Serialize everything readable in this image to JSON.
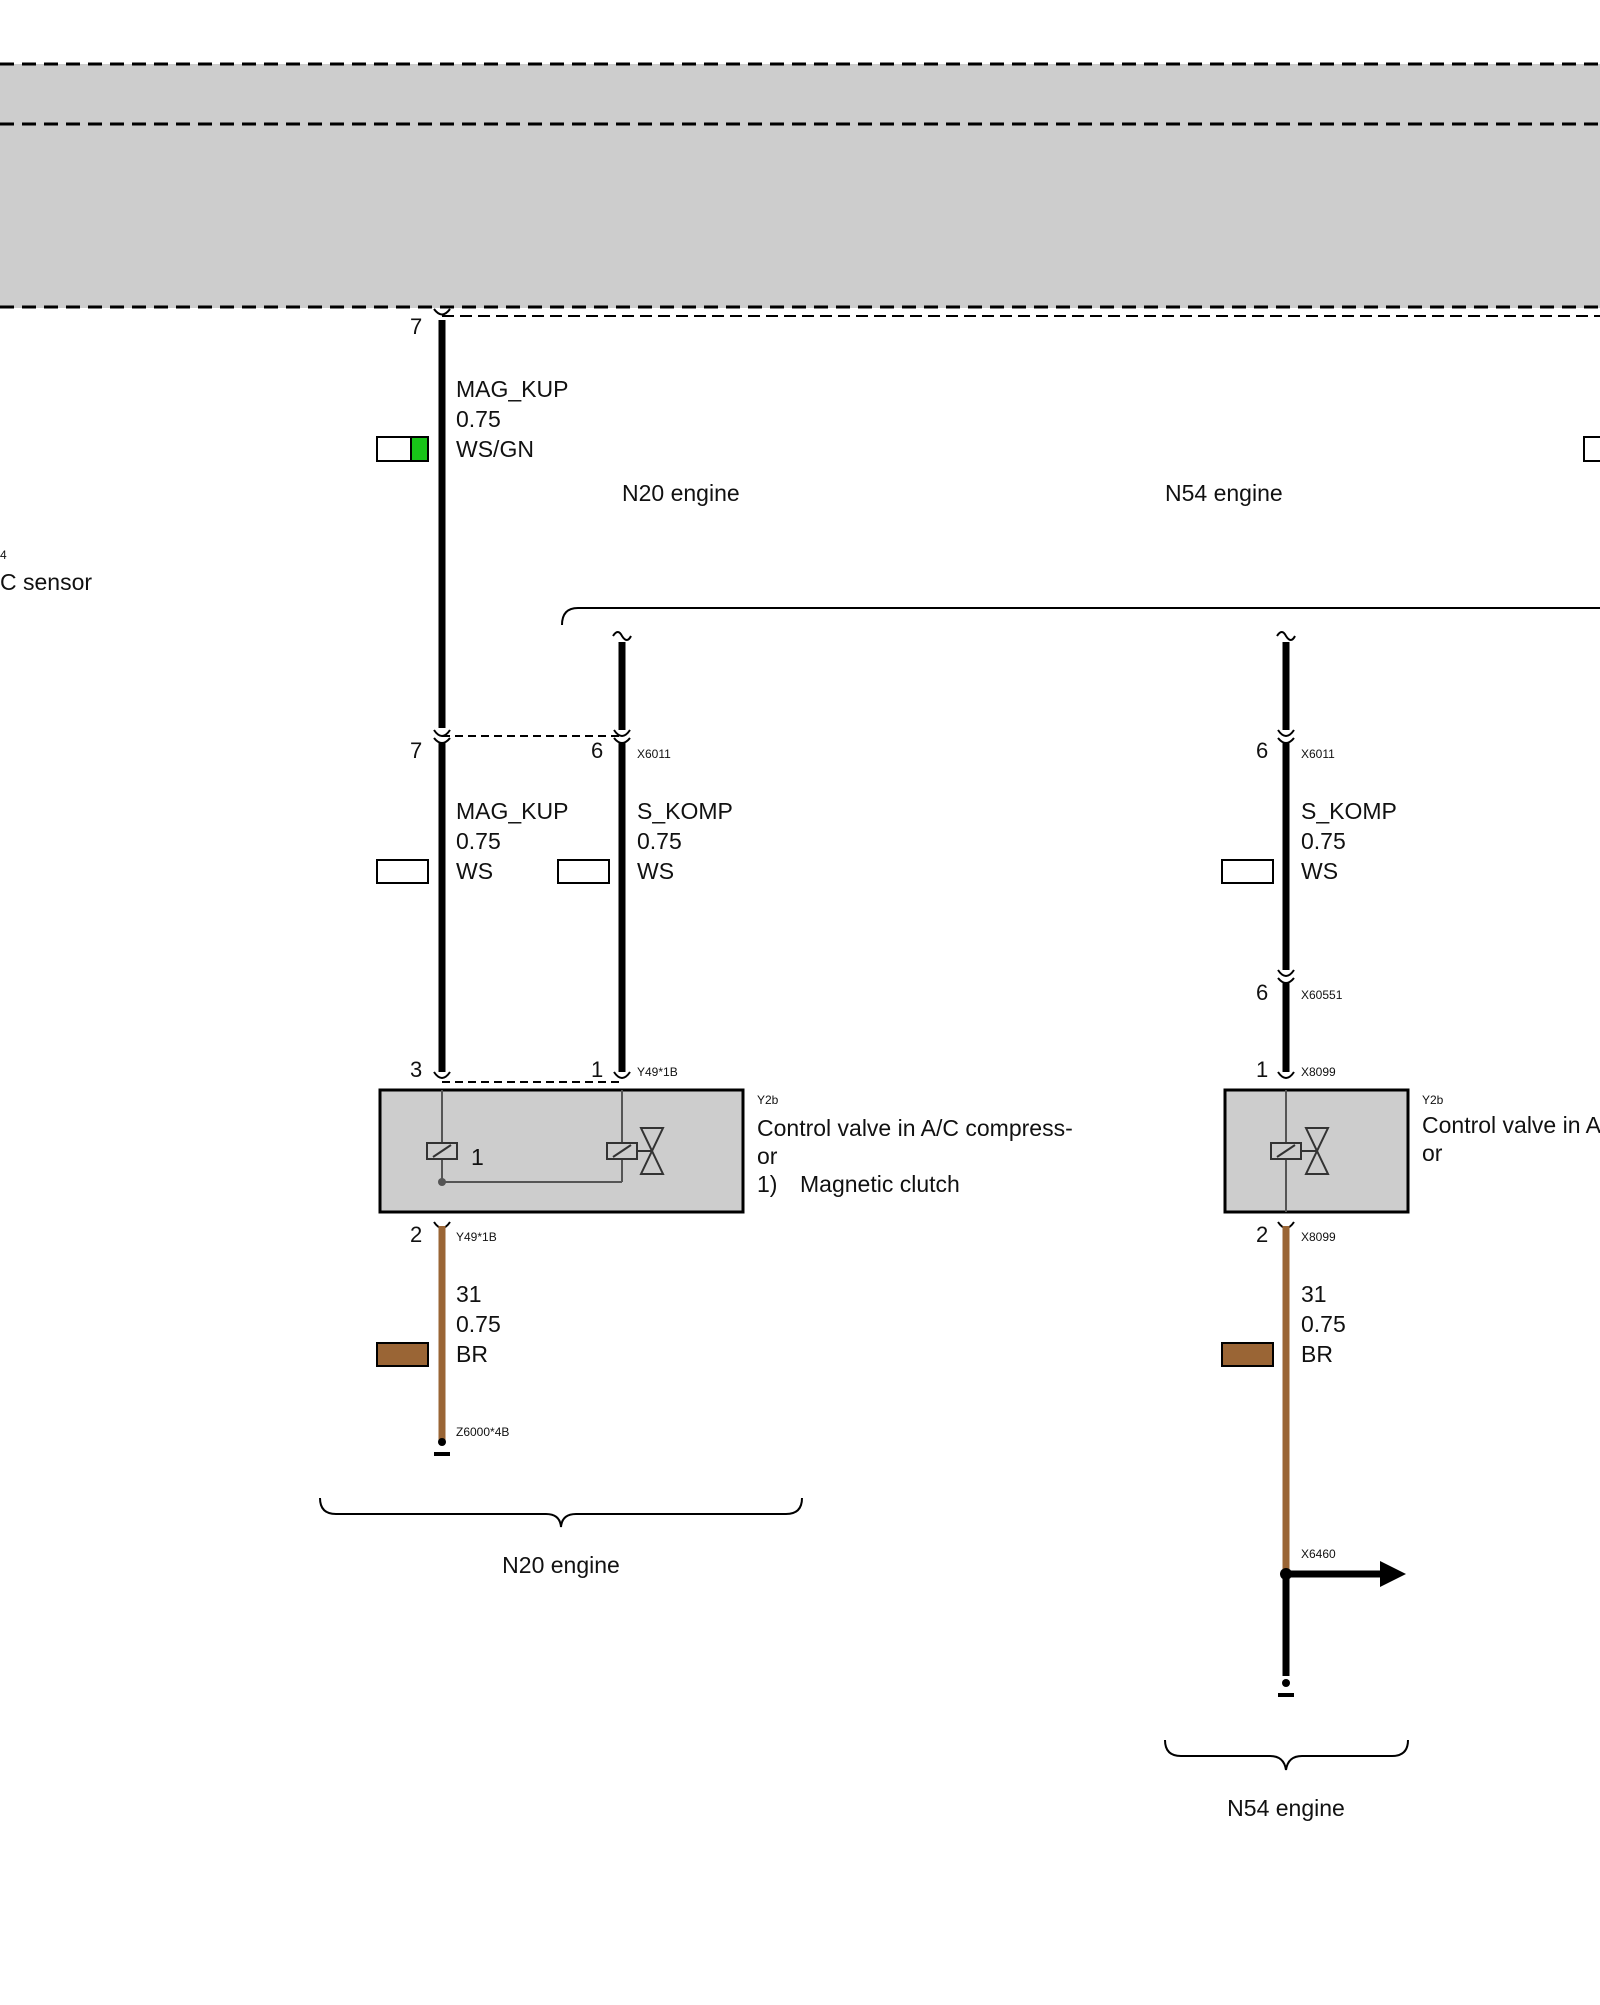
{
  "top_module": {
    "fill": "#cdcdcd"
  },
  "left_partial": {
    "label_top": "4",
    "label": "C sensor"
  },
  "section_labels": {
    "n20": "N20 engine",
    "n54": "N54 engine"
  },
  "bracket_labels": {
    "n20": "N20 engine",
    "n54": "N54 engine"
  },
  "wires": {
    "top_mag_kup": {
      "pin": "7",
      "name": "MAG_KUP",
      "size": "0.75",
      "color_code": "WS/GN",
      "swatch_colors": [
        "#ffffff",
        "#18c418"
      ]
    },
    "n20_mag_kup": {
      "pin": "7",
      "name": "MAG_KUP",
      "size": "0.75",
      "color_code": "WS",
      "swatch_color": "#ffffff"
    },
    "n20_s_komp": {
      "pin": "6",
      "connector": "X6011",
      "name": "S_KOMP",
      "size": "0.75",
      "color_code": "WS",
      "swatch_color": "#ffffff"
    },
    "n54_s_komp": {
      "pin": "6",
      "connector": "X6011",
      "name": "S_KOMP",
      "size": "0.75",
      "color_code": "WS",
      "swatch_color": "#ffffff"
    },
    "n54_mid": {
      "pin": "6",
      "connector": "X60551"
    },
    "n20_ground": {
      "pin": "2",
      "connector": "Y49*1B",
      "name": "31",
      "size": "0.75",
      "color_code": "BR",
      "swatch_color": "#9a6535",
      "ground": "Z6000*4B"
    },
    "n54_ground": {
      "pin": "2",
      "connector": "X8099",
      "name": "31",
      "size": "0.75",
      "color_code": "BR",
      "swatch_color": "#9a6535",
      "splice": "X6460"
    }
  },
  "components": {
    "n20_valve": {
      "id": "Y2b",
      "pin_left": "3",
      "pin_right": "1",
      "connector": "Y49*1B",
      "inner_pin": "1",
      "desc_line1": "Control valve in A/C compress-",
      "desc_line2": "or",
      "note_num": "1)",
      "note_text": "Magnetic clutch",
      "fill": "#cdcdcd"
    },
    "n54_valve": {
      "id": "Y2b",
      "pin": "1",
      "connector": "X8099",
      "desc_line1": "Control valve in A",
      "desc_line2": "or",
      "fill": "#cdcdcd"
    }
  },
  "colors": {
    "wire_black": "#000000",
    "wire_brown": "#9a6535",
    "line_grey": "#555555"
  }
}
